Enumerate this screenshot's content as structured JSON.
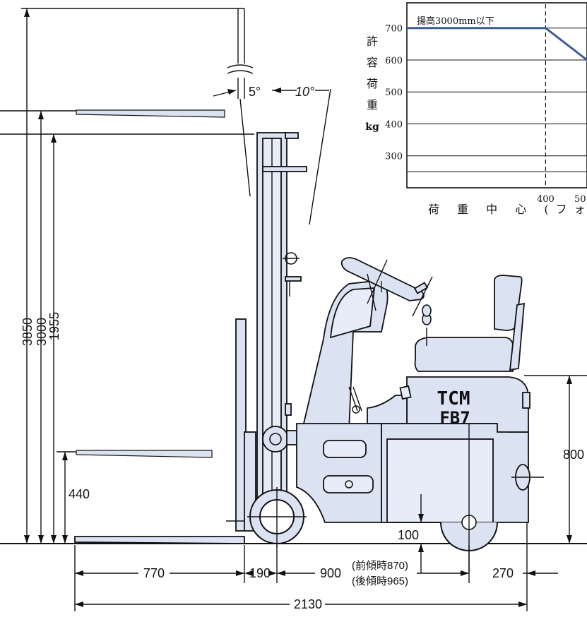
{
  "dimensions": {
    "mast_height": "3850",
    "raised_height": "3000",
    "lowered_height": "1955",
    "fork_height": "440",
    "seat_height": "800",
    "clearance": "100",
    "fork_length": "770",
    "front_overhang": "190",
    "wheelbase": "900",
    "wheelbase_forward_tilt": "(前傾時870)",
    "wheelbase_backward_tilt": "(後傾時965)",
    "rear_overhang": "270",
    "overall_length": "2130",
    "forward_tilt_angle": "5°",
    "backward_tilt_angle": "10°"
  },
  "machine": {
    "brand": "TCM",
    "model": "FB7"
  },
  "chart_data": {
    "type": "line",
    "title": "揚高3000mm以下",
    "ylabel_chars": [
      "許",
      "容",
      "荷",
      "重",
      "kg"
    ],
    "xlabel": "荷 重 中 心 (フォーク",
    "x_ticks": [
      "400",
      "50"
    ],
    "y_ticks": [
      "700",
      "600",
      "500",
      "400",
      "300"
    ],
    "ylim": [
      200,
      750
    ],
    "xlim": [
      0,
      520
    ],
    "grid": true,
    "series": [
      {
        "x": [
          0,
          400,
          520
        ],
        "values": [
          700,
          700,
          600
        ]
      }
    ],
    "reference_line_x": 400
  },
  "colors": {
    "body_fill": "#dbe2f2",
    "chart_line": "#3a5c9a",
    "outline": "#111111"
  }
}
